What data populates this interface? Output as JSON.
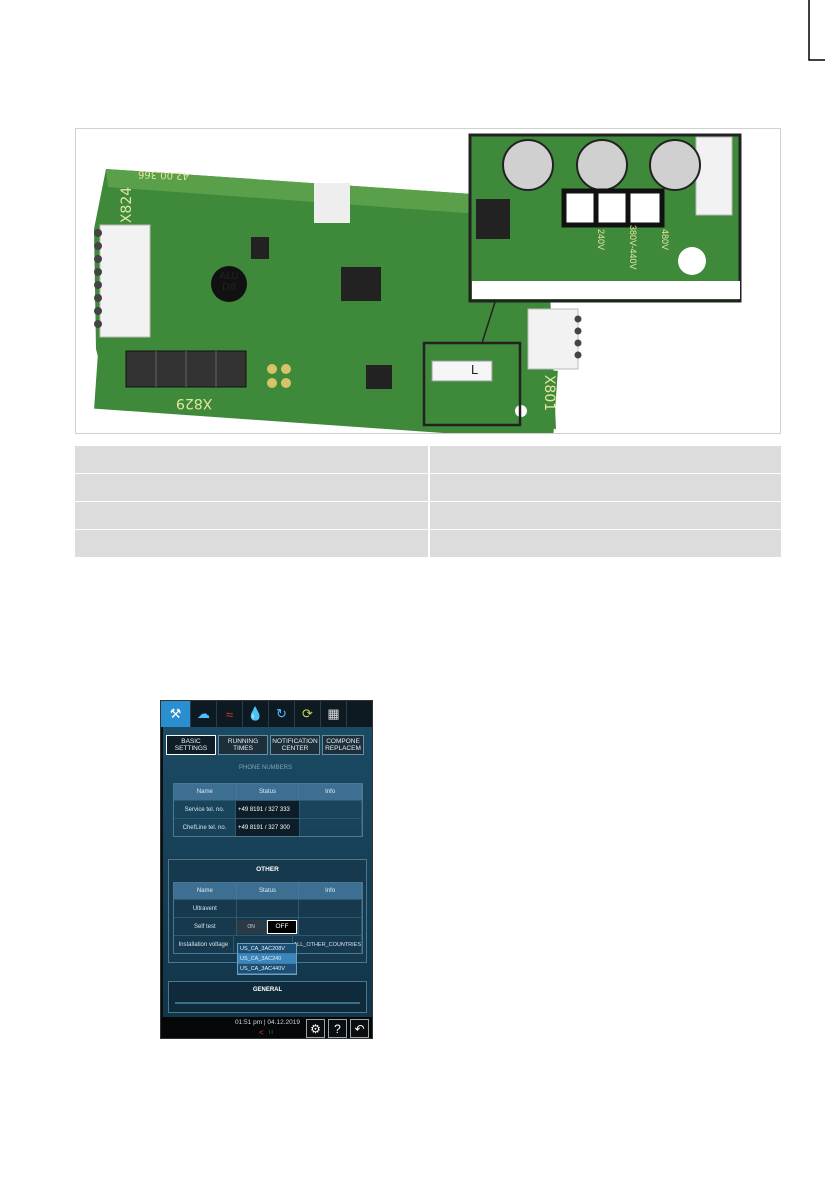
{
  "pcb": {
    "board_code": "42.00.366",
    "label_x824": "X824",
    "label_x829": "X829",
    "label_x801": "X801",
    "capacitor_line1": "ALU",
    "capacitor_line2": "D8",
    "jumper_letter": "L",
    "voltage_labels": [
      "240V",
      "380V-440V",
      "480V"
    ]
  },
  "legend_table": {
    "rows": [
      [
        "",
        ""
      ],
      [
        "",
        ""
      ],
      [
        "",
        ""
      ],
      [
        "",
        ""
      ]
    ]
  },
  "device": {
    "tabs": [
      "wrench-icon",
      "steam-icon",
      "heat-icon",
      "water-icon",
      "rinse-icon",
      "refresh-icon",
      "door-icon"
    ],
    "subtabs": [
      "BASIC\nSETTINGS",
      "RUNNING TIMES",
      "NOTIFICATION\nCENTER",
      "COMPONE\nREPLACEM"
    ],
    "phone_section_caption": "PHONE NUMBERS",
    "phone_table": {
      "headers": [
        "Name",
        "Status",
        "Info"
      ],
      "rows": [
        {
          "name": "Service tel. no.",
          "status": "+49 8191 / 327 333",
          "info": ""
        },
        {
          "name": "ChefLine tel. no.",
          "status": "+49 8191 / 327 300",
          "info": ""
        }
      ]
    },
    "other_section": {
      "title": "OTHER",
      "headers": [
        "Name",
        "Status",
        "Info"
      ],
      "rows": [
        {
          "name": "Ultravent",
          "status": "",
          "info": ""
        },
        {
          "name": "Self test",
          "on_label": "ON",
          "off_label": "OFF",
          "info": ""
        },
        {
          "name": "Installation voltage",
          "status": "",
          "info": "ALL_OTHER_COUNTRIES"
        }
      ]
    },
    "voltage_options": [
      "US_CA_3AC208V",
      "US_CA_3AC240",
      "US_CA_3AC440V"
    ],
    "general_title": "GENERAL",
    "footer": {
      "time": "01:51 pm",
      "date": "04.12.2019"
    }
  }
}
